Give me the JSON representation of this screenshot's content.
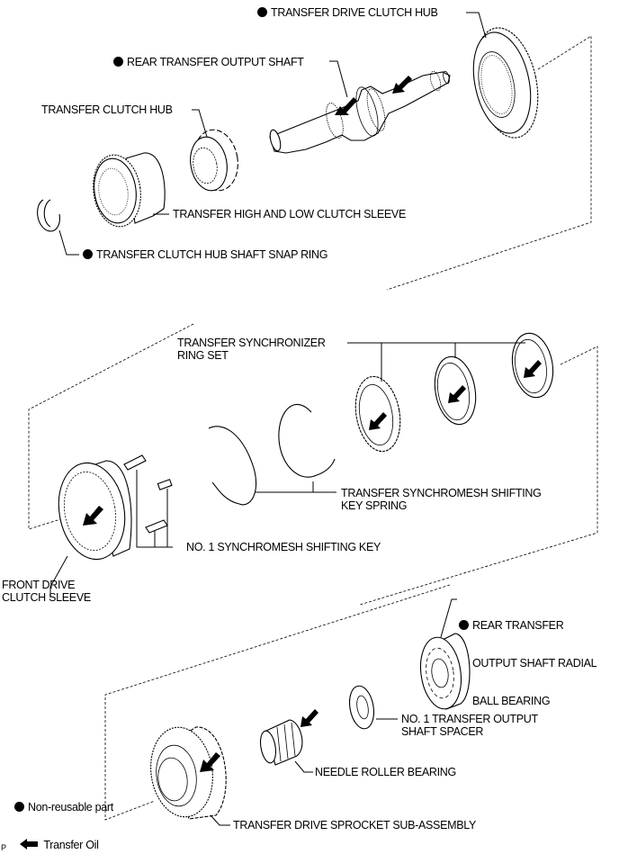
{
  "diagram": {
    "title": "Transfer exploded view",
    "labels": {
      "transfer_drive_clutch_hub": {
        "text": "TRANSFER DRIVE CLUTCH HUB",
        "non_reusable": true
      },
      "rear_transfer_output_shaft": {
        "text": "REAR TRANSFER OUTPUT SHAFT",
        "non_reusable": true
      },
      "transfer_clutch_hub": {
        "text": "TRANSFER CLUTCH HUB",
        "non_reusable": false
      },
      "transfer_high_low_clutch_sleeve": {
        "text": "TRANSFER HIGH AND LOW CLUTCH SLEEVE",
        "non_reusable": false
      },
      "transfer_clutch_hub_shaft_snap_ring": {
        "text": "TRANSFER CLUTCH HUB SHAFT SNAP RING",
        "non_reusable": true
      },
      "transfer_synchronizer_ring_set": {
        "line1": "TRANSFER SYNCHRONIZER",
        "line2": "RING SET",
        "non_reusable": false
      },
      "transfer_synchromesh_shifting_key_spring": {
        "line1": "TRANSFER SYNCHROMESH SHIFTING",
        "line2": "KEY SPRING",
        "non_reusable": false
      },
      "no1_synchromesh_shifting_key": {
        "text": "NO. 1 SYNCHROMESH SHIFTING KEY",
        "non_reusable": false
      },
      "front_drive_clutch_sleeve": {
        "line1": "FRONT DRIVE",
        "line2": "CLUTCH SLEEVE",
        "non_reusable": false
      },
      "rear_transfer_output_shaft_radial_ball_bearing": {
        "line1": "REAR TRANSFER",
        "line2": "OUTPUT SHAFT RADIAL",
        "line3": "BALL BEARING",
        "non_reusable": true
      },
      "no1_transfer_output_shaft_spacer": {
        "line1": "NO. 1 TRANSFER OUTPUT",
        "line2": "SHAFT SPACER",
        "non_reusable": false
      },
      "needle_roller_bearing": {
        "text": "NEEDLE ROLLER BEARING",
        "non_reusable": false
      },
      "transfer_drive_sprocket_sub_assembly": {
        "text": "TRANSFER DRIVE SPROCKET SUB-ASSEMBLY",
        "non_reusable": false
      }
    },
    "legend": {
      "non_reusable": {
        "icon": "filled-circle-icon",
        "text": "Non-reusable part"
      },
      "transfer_oil": {
        "icon": "left-arrow-icon",
        "text": "Transfer Oil"
      }
    },
    "corner_mark": "P"
  }
}
